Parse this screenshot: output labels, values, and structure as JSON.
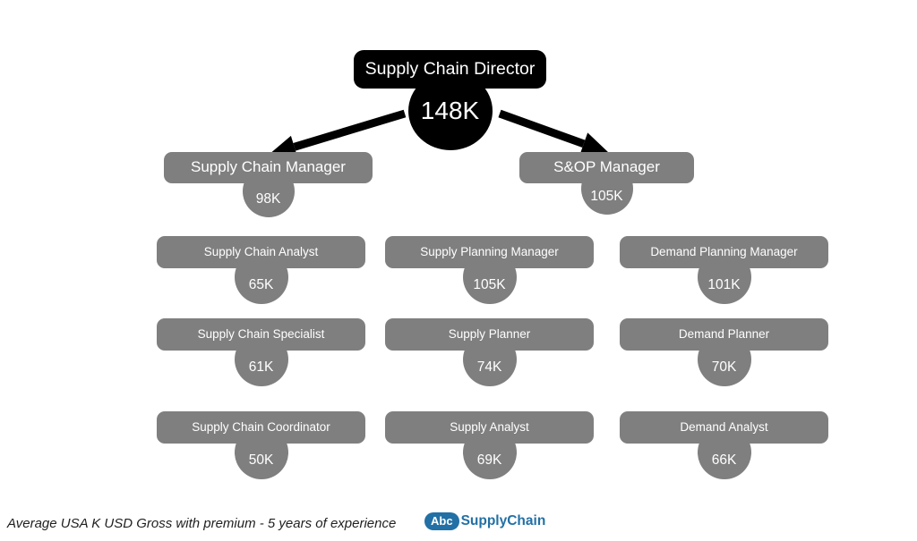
{
  "colors": {
    "node_black": "#000000",
    "node_gray": "#7f7f7f",
    "text_white": "#ffffff",
    "brand_blue": "#2270a5"
  },
  "org_chart": {
    "director": {
      "title": "Supply Chain Director",
      "salary": "148K"
    },
    "managers": [
      {
        "title": "Supply Chain Manager",
        "salary": "98K"
      },
      {
        "title": "S&OP Manager",
        "salary": "105K"
      }
    ],
    "columns": [
      {
        "roles": [
          {
            "title": "Supply Chain Analyst",
            "salary": "65K"
          },
          {
            "title": "Supply Chain Specialist",
            "salary": "61K"
          },
          {
            "title": "Supply Chain Coordinator",
            "salary": "50K"
          }
        ]
      },
      {
        "roles": [
          {
            "title": "Supply Planning Manager",
            "salary": "105K"
          },
          {
            "title": "Supply Planner",
            "salary": "74K"
          },
          {
            "title": "Supply Analyst",
            "salary": "69K"
          }
        ]
      },
      {
        "roles": [
          {
            "title": "Demand Planning Manager",
            "salary": "101K"
          },
          {
            "title": "Demand Planner",
            "salary": "70K"
          },
          {
            "title": "Demand Analyst",
            "salary": "66K"
          }
        ]
      }
    ]
  },
  "footer": {
    "note": "Average USA K USD Gross with premium - 5 years of experience"
  },
  "brand": {
    "badge": "Abc",
    "name": "SupplyChain"
  }
}
